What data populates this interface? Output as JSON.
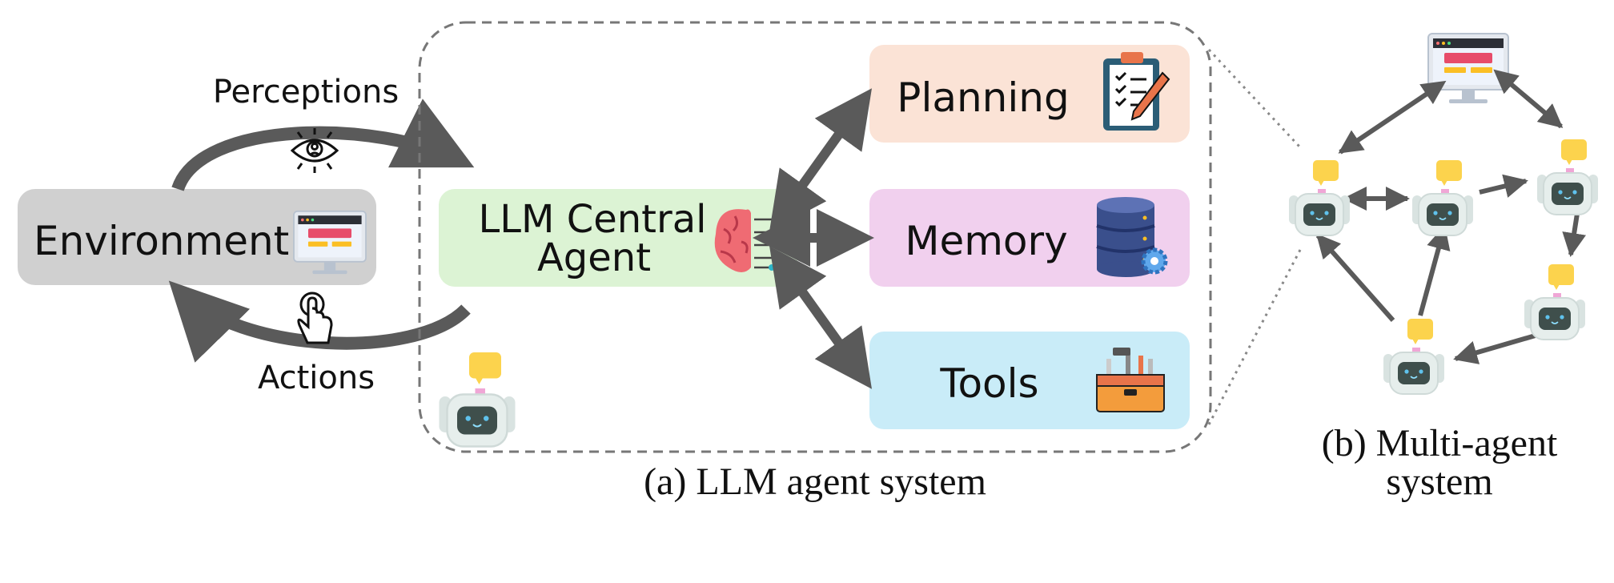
{
  "environment": {
    "label": "Environment"
  },
  "loop": {
    "perceptions_label": "Perceptions",
    "actions_label": "Actions"
  },
  "central_agent": {
    "label_line1": "LLM Central",
    "label_line2": "Agent"
  },
  "modules": [
    {
      "label": "Planning",
      "color": "#fbe3d6",
      "icon": "clipboard-pencil-icon"
    },
    {
      "label": "Memory",
      "color": "#f1d0ee",
      "icon": "database-gear-icon"
    },
    {
      "label": "Tools",
      "color": "#c9ecf8",
      "icon": "toolbox-icon"
    }
  ],
  "captions": {
    "single": "(a) LLM agent system",
    "multi_line1": "(b) Multi-agent",
    "multi_line2": "system"
  },
  "colors": {
    "environment_box": "#d0d0d0",
    "central_box": "#dcf3d4",
    "arrow": "#5a5a5a",
    "robot_body": "#e6eeec",
    "robot_face": "#3f4f4c",
    "bubble": "#fcd34d"
  }
}
